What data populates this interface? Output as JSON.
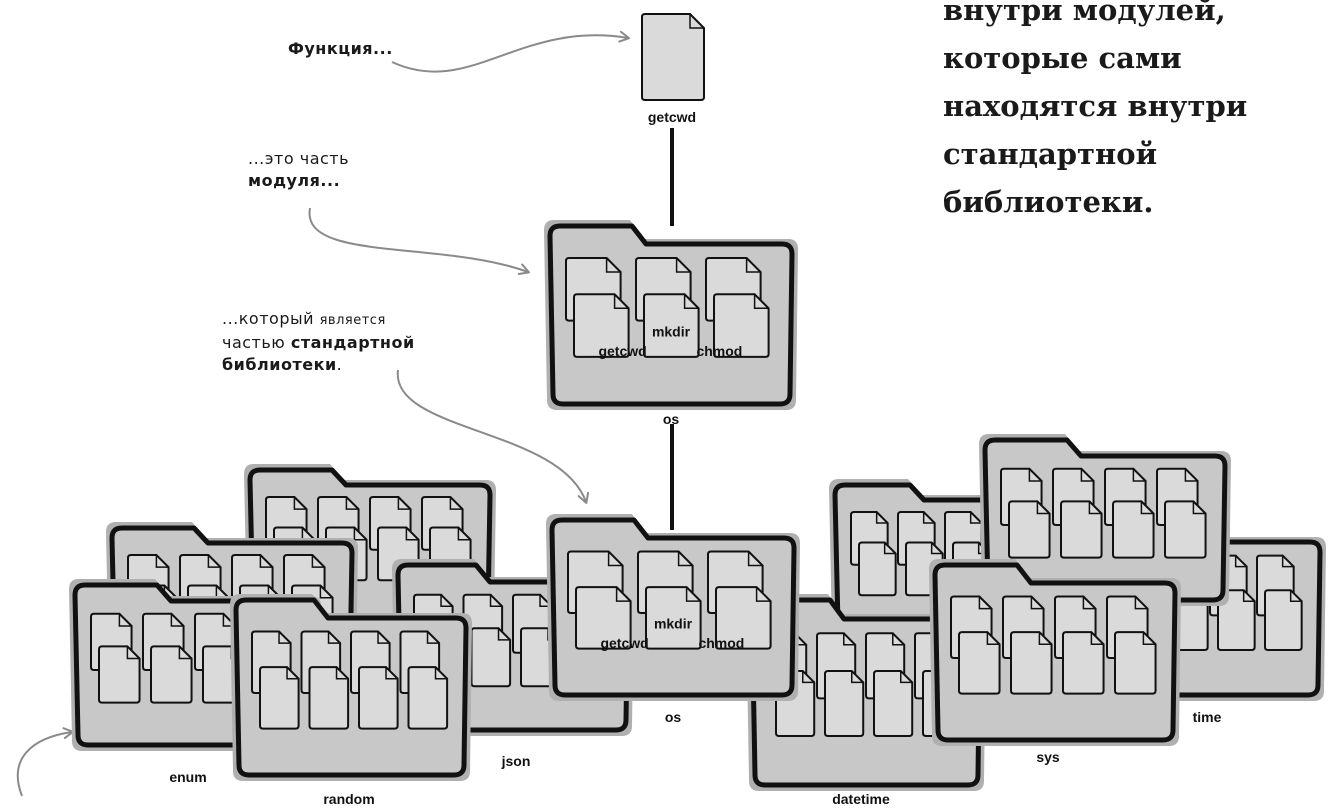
{
  "heading_lines": [
    "внутри модулей,",
    "которые сами",
    "находятся внутри",
    "стандартной",
    "библиотеки."
  ],
  "annotations": {
    "function": "Функция...",
    "module_part": "...это часть",
    "module_word": "модуля...",
    "which_is": "...который",
    "which_is_thin": "является",
    "part_of": "частью",
    "part_of_hl": "стандартной",
    "library": "библиотеки",
    "library_dot": "."
  },
  "function_file": {
    "label": "getcwd"
  },
  "module_os": {
    "name": "os",
    "files": [
      "getcwd",
      "mkdir",
      "chmod"
    ]
  },
  "library_modules": [
    {
      "name": "enum",
      "role": "neighbor"
    },
    {
      "name": "random",
      "role": "neighbor"
    },
    {
      "name": "json",
      "role": "neighbor"
    },
    {
      "name": "os",
      "role": "highlighted",
      "files": [
        "getcwd",
        "mkdir",
        "chmod"
      ]
    },
    {
      "name": "datetime",
      "role": "neighbor"
    },
    {
      "name": "sys",
      "role": "neighbor"
    },
    {
      "name": "time",
      "role": "neighbor"
    }
  ],
  "colors": {
    "folder_fill": "#c8c8c8",
    "folder_outline": "#111111",
    "folder_halo": "#b0b0b0",
    "file_fill": "#dadada",
    "arrow": "#8a8a8a",
    "text": "#1a1a1a"
  }
}
